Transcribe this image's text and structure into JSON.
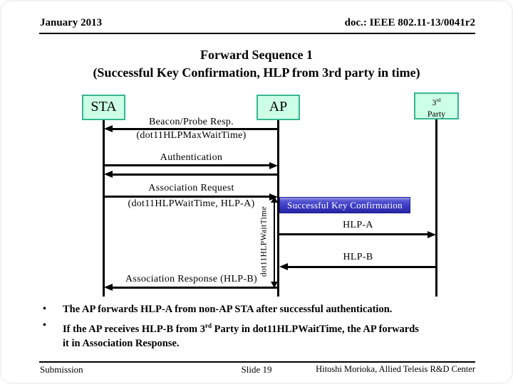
{
  "header": {
    "date": "January 2013",
    "doc_number": "doc.: IEEE 802.11-13/0041r2"
  },
  "title": {
    "line1": "Forward Sequence 1",
    "line2": "(Successful Key Confirmation, HLP from 3rd party in time)"
  },
  "diagram": {
    "actors": {
      "sta": "STA",
      "ap": "AP",
      "third_party_num": "3",
      "third_party_sup": "rd",
      "third_party_word": "Party"
    },
    "messages": {
      "beacon": "Beacon/Probe Resp.",
      "beacon_param": "(dot11HLPMaxWaitTime)",
      "authentication": "Authentication",
      "assoc_request": "Association Request",
      "assoc_request_param": "(dot11HLPWaitTime, HLP-A)",
      "key_confirmation": "Successful Key Confirmation",
      "hlp_a": "HLP-A",
      "hlp_b": "HLP-B",
      "assoc_response": "Association Response (HLP-B)",
      "wait_timer": "dot11HLPWaitTime"
    },
    "colors": {
      "actor_fill": "#ccffe6",
      "actor_border": "#36b690",
      "highlight_top": "#9a9ae8",
      "highlight_bottom": "#2525a4",
      "line_color": "#000000"
    }
  },
  "bullets": {
    "marker": "•",
    "item1": "The AP forwards HLP-A from non-AP STA after successful authentication.",
    "item2_part1": "If the AP receives HLP-B from 3",
    "item2_sup": "rd",
    "item2_part2": " Party in dot11HLPWaitTime, the AP forwards",
    "item2_part3": "it in Association Response."
  },
  "footer": {
    "left": "Submission",
    "center": "Slide 19",
    "right": "Hitoshi Morioka, Allied Telesis R&D Center"
  }
}
